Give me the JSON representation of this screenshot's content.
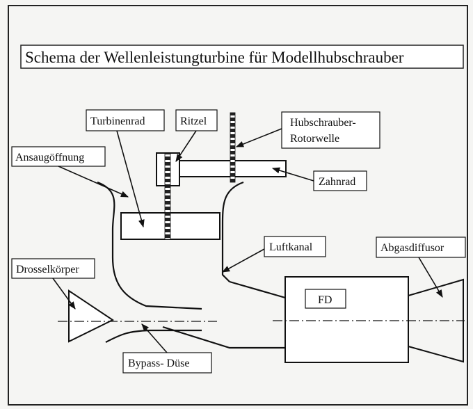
{
  "title": "Schema der Wellenleistungturbine für Modellhubschrauber",
  "labels": {
    "turbinenrad": "Turbinenrad",
    "ritzel": "Ritzel",
    "rotorwelle_line1": "Hubschrauber-",
    "rotorwelle_line2": "Rotorwelle",
    "ansaugoeffnung": "Ansaugöffnung",
    "zahnrad": "Zahnrad",
    "luftkanal": "Luftkanal",
    "abgasdiffusor": "Abgasdiffusor",
    "drosselkoerper": "Drosselkörper",
    "fd": "FD",
    "bypass_duese": "Bypass- Düse"
  }
}
